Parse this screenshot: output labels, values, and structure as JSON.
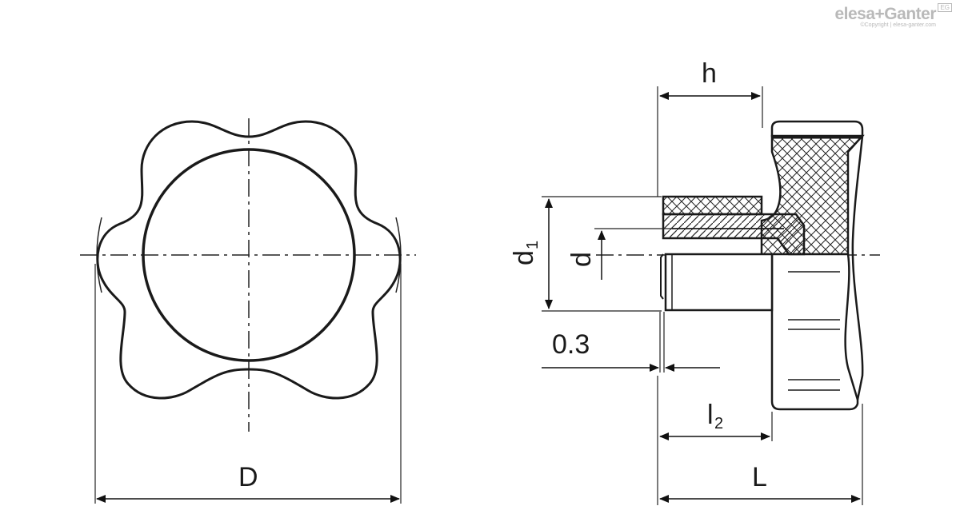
{
  "brand": {
    "name": "elesa+Ganter",
    "copyright": "©Copyright | elesa-ganter.com",
    "badge": "EG"
  },
  "dimensions": {
    "D": "D",
    "h": "h",
    "d1_main": "d",
    "d1_sub": "1",
    "d": "d",
    "gap": "0.3",
    "l2_main": "l",
    "l2_sub": "2",
    "L": "L"
  }
}
